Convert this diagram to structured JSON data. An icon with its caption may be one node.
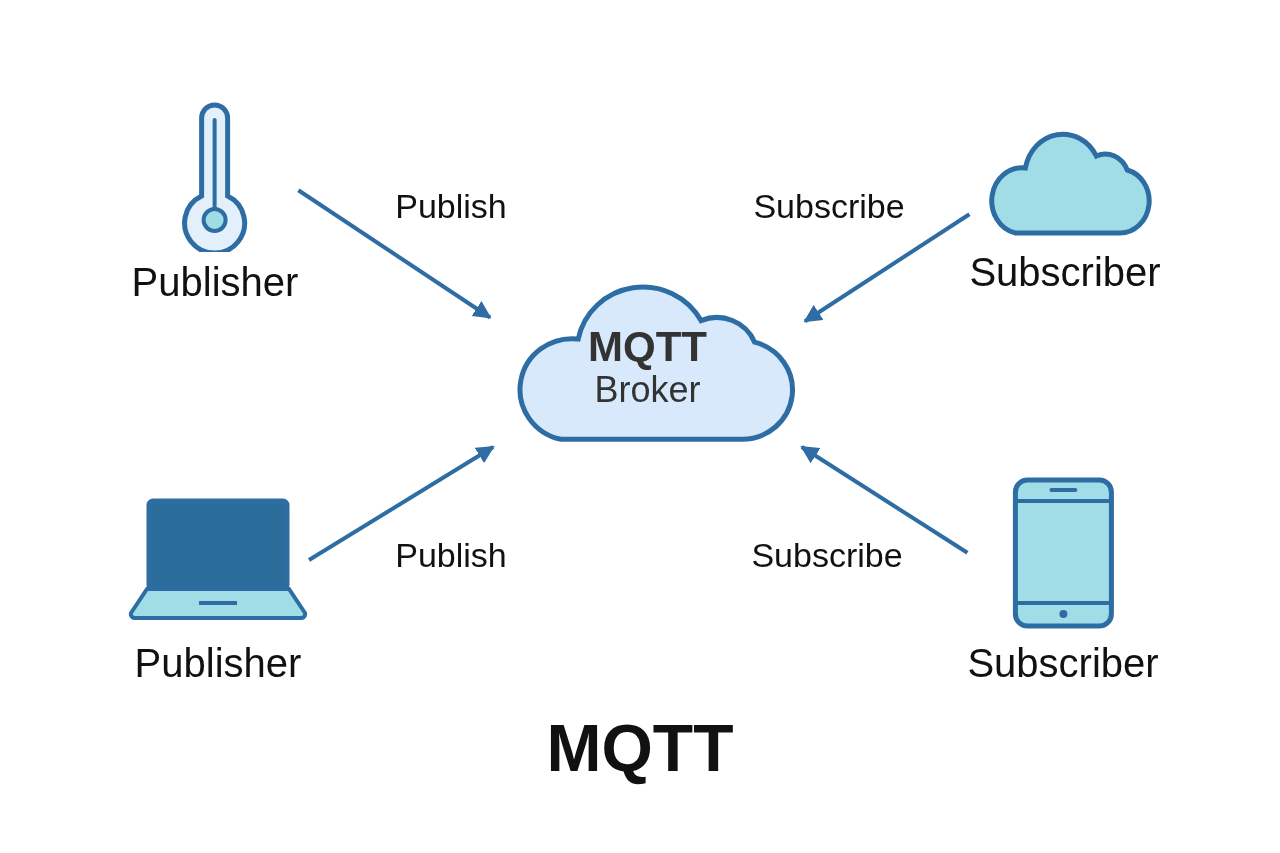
{
  "diagram": {
    "title": "MQTT",
    "nodes": [
      {
        "text": [
          "Publisher"
        ]
      },
      {
        "text": [
          "Subscriber"
        ]
      },
      {
        "text": [
          "MQTT",
          "Broker"
        ]
      },
      {
        "text": [
          "Publisher"
        ]
      },
      {
        "text": [
          "Subscriber"
        ]
      }
    ],
    "edges": [
      {
        "from": 0,
        "to": 2,
        "arrow": "to",
        "label": "Publish"
      },
      {
        "from": 1,
        "to": 2,
        "arrow": "to",
        "label": "Subscribe"
      },
      {
        "from": 3,
        "to": 2,
        "arrow": "to",
        "label": "Publish"
      },
      {
        "from": 4,
        "to": 2,
        "arrow": "to",
        "label": "Subscribe"
      }
    ]
  }
}
